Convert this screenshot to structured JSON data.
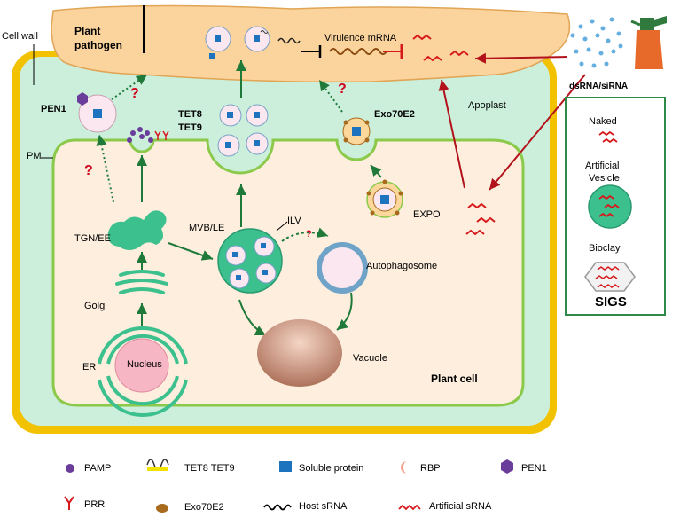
{
  "labels": {
    "cell_wall": "Cell wall",
    "pathogen_line1": "Plant",
    "pathogen_line2": "pathogen",
    "virulence_mrna": "Virulence mRNA",
    "dsrna": "dsRNA/siRNA",
    "pen1": "PEN1",
    "tet8": "TET8",
    "tet9": "TET9",
    "exo70e2": "Exo70E2",
    "apoplast": "Apoplast",
    "pm": "PM",
    "tgn_ee": "TGN/EE",
    "golgi": "Golgi",
    "er": "ER",
    "nucleus": "Nucleus",
    "mvb_le": "MVB/LE",
    "ilv": "ILV",
    "autophagosome": "Autophagosome",
    "expo": "EXPO",
    "vacuole": "Vacuole",
    "plant_cell": "Plant cell",
    "question": "?"
  },
  "sigs": {
    "title": "SIGS",
    "naked": "Naked",
    "artificial_vesicle_1": "Artificial",
    "artificial_vesicle_2": "Vesicle",
    "bioclay": "Bioclay"
  },
  "legend": {
    "pamp": "PAMP",
    "tet": "TET8 TET9",
    "soluble_protein": "Soluble protein",
    "rbp": "RBP",
    "pen1": "PEN1",
    "prr": "PRR",
    "exo70e2": "Exo70E2",
    "host_srna": "Host sRNA",
    "artificial_srna": "Artificial sRNA"
  },
  "colors": {
    "cell_wall": "#f2c200",
    "cytoplasm": "#ccefdc",
    "plasma_membrane": "#8bc94a",
    "cell_interior": "#fdeedd",
    "pathogen": "#fbd39d",
    "mvb": "#3cc08e",
    "artificial_srna": "#d7191c",
    "arrow_green": "#1f7a3a",
    "soluble_protein": "#1e73be",
    "pen1": "#6a3d9a",
    "exo70e2": "#a86a1c"
  }
}
